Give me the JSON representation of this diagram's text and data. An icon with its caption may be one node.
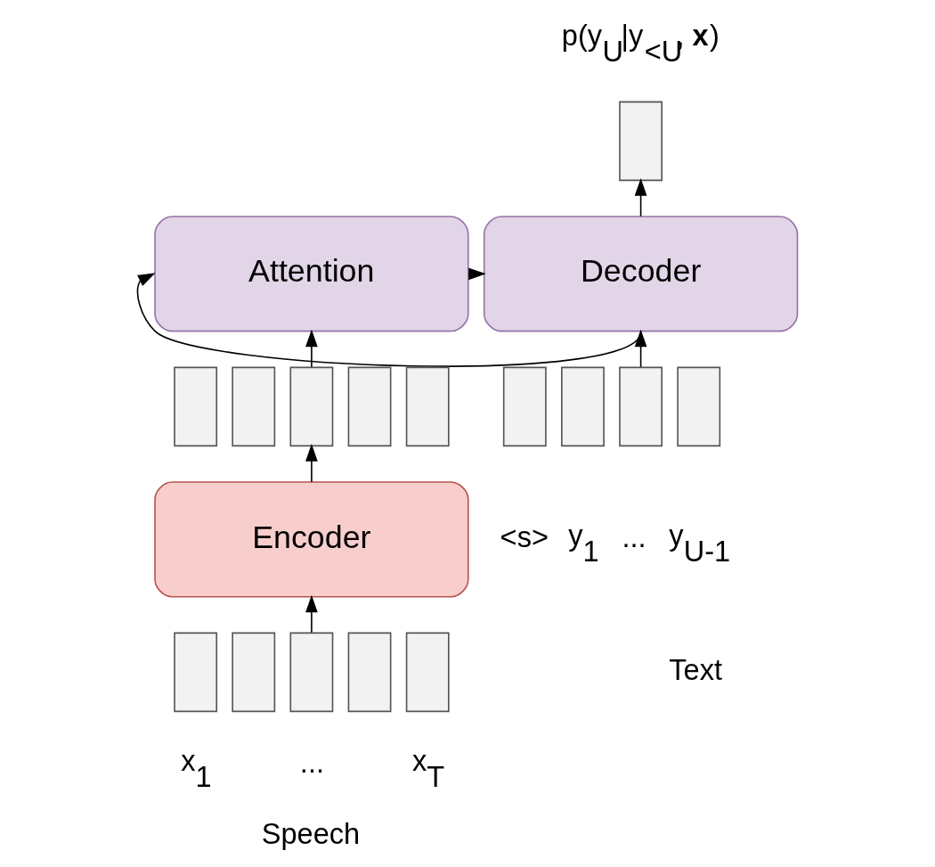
{
  "diagram": {
    "nodes": [
      {
        "text": [
          "Attention"
        ]
      },
      {
        "text": [
          "Decoder"
        ]
      },
      {
        "text": [
          "Encoder"
        ]
      },
      {
        "text": [],
        "shape": "box"
      },
      {
        "text": [],
        "shape": "box"
      },
      {
        "text": [],
        "shape": "box"
      },
      {
        "text": [],
        "shape": "box"
      },
      {
        "text": [],
        "shape": "box"
      },
      {
        "text": [],
        "shape": "box"
      },
      {
        "text": [],
        "shape": "box"
      },
      {
        "text": [],
        "shape": "box"
      },
      {
        "text": [],
        "shape": "box"
      },
      {
        "text": [],
        "shape": "box"
      },
      {
        "text": [],
        "shape": "box"
      },
      {
        "text": [],
        "shape": "box"
      },
      {
        "text": [],
        "shape": "box"
      },
      {
        "text": [],
        "shape": "box"
      },
      {
        "text": [],
        "shape": "box",
        "beside": [
          "p(y$_{U}$|y$_{<U}$, **x**)"
        ]
      }
    ],
    "edges": [
      {
        "from": 10,
        "to": 2,
        "arrow": "to"
      },
      {
        "from": 2,
        "to": 5,
        "arrow": "to"
      },
      {
        "from": 5,
        "to": 0,
        "arrow": "to"
      },
      {
        "from": 0,
        "to": 1,
        "arrow": "to"
      },
      {
        "from": 1,
        "to": 0,
        "arrow": "to"
      },
      {
        "from": 15,
        "to": 1,
        "arrow": "to"
      },
      {
        "from": 1,
        "to": 17,
        "arrow": "to"
      }
    ],
    "labels": [
      "<s>",
      "y$_{1}$",
      "...",
      "y$_{U-1}$",
      "Text",
      "x$_{1}$",
      "...",
      "x$_{T}$",
      "Speech"
    ]
  }
}
